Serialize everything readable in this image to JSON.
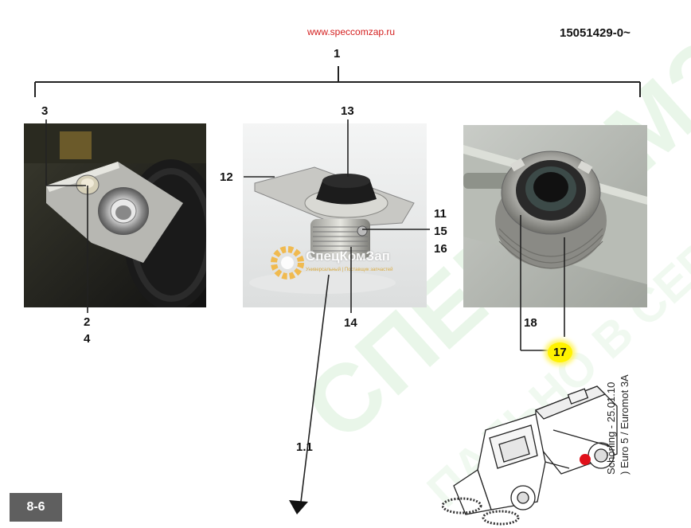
{
  "header": {
    "url": "www.speccomzap.ru",
    "doc_number": "15051429-0~"
  },
  "callouts": {
    "c1": "1",
    "c2": "2",
    "c3": "3",
    "c4": "4",
    "c11": "11",
    "c12": "12",
    "c13": "13",
    "c14": "14",
    "c15": "15",
    "c16": "16",
    "c17": "17",
    "c18": "18",
    "c1_1": "1.1"
  },
  "photo2_watermark": {
    "name": "СпецКомЗап",
    "tagline": "Универсальный | Поставщик запчастей"
  },
  "footer": {
    "page_label": "8-6",
    "side_line1": "Schörling - 25.01.10",
    "side_line2": ") Euro 5 / Euromot 3A"
  },
  "colors": {
    "leader_line": "#222222",
    "highlight": "#fff200",
    "url_red": "#d42020",
    "page_badge": "#5f5f5f",
    "watermark_green": "#d8f0d8"
  },
  "icons": [
    "arrow-down-icon",
    "sweeper-vehicle-icon",
    "watermark-logo-icon"
  ]
}
